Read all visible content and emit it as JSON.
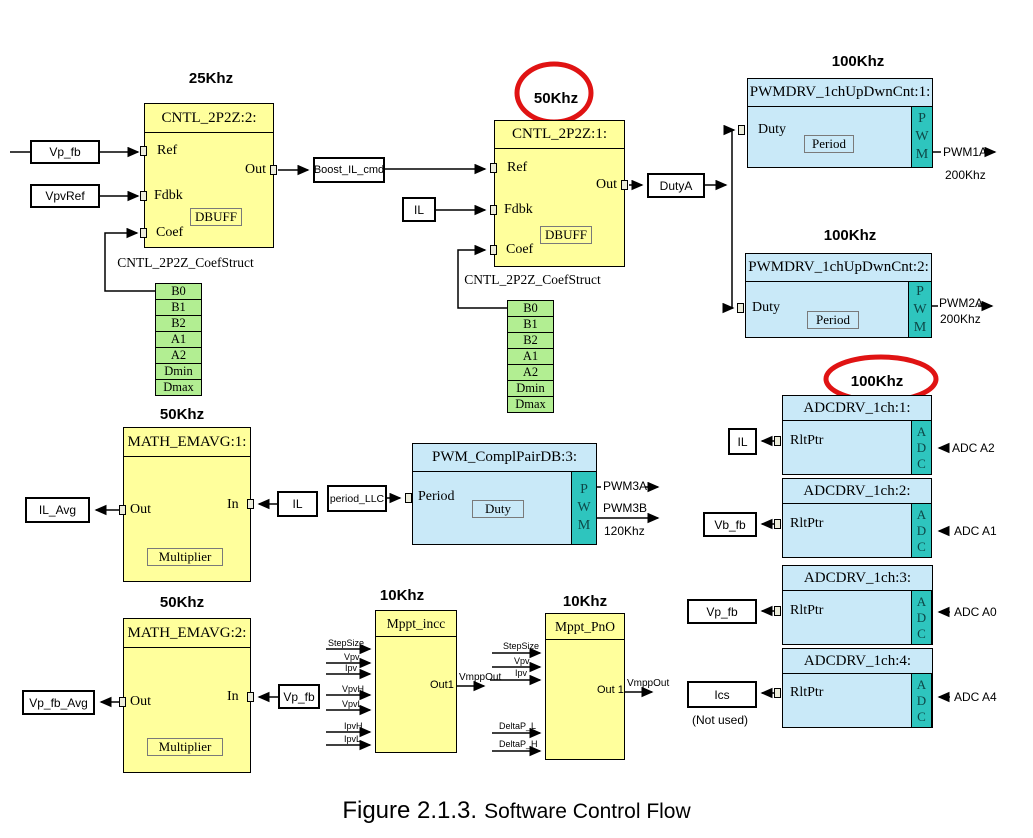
{
  "caption": {
    "prefix": "Figure 2.1.3.",
    "title": "Software Control Flow"
  },
  "freq": {
    "cntl2": "25Khz",
    "cntl1": "50Khz",
    "pwmdrv1": "100Khz",
    "pwmdrv2": "100Khz",
    "adc": "100Khz",
    "math1": "50Khz",
    "math2": "50Khz",
    "mppt_incc": "10Khz",
    "mppt_pno": "10Khz"
  },
  "cntl2": {
    "title": "CNTL_2P2Z:2:",
    "ref": "Ref",
    "fdbk": "Fdbk",
    "coef": "Coef",
    "out": "Out",
    "dbuff": "DBUFF",
    "struct": "CNTL_2P2Z_CoefStruct",
    "coefs": [
      "B0",
      "B1",
      "B2",
      "A1",
      "A2",
      "Dmin",
      "Dmax"
    ]
  },
  "cntl1": {
    "title": "CNTL_2P2Z:1:",
    "ref": "Ref",
    "fdbk": "Fdbk",
    "coef": "Coef",
    "out": "Out",
    "dbuff": "DBUFF",
    "struct": "CNTL_2P2Z_CoefStruct",
    "coefs": [
      "B0",
      "B1",
      "B2",
      "A1",
      "A2",
      "Dmin",
      "Dmax"
    ]
  },
  "pwmdrv1": {
    "title": "PWMDRV_1chUpDwnCnt:1:",
    "duty": "Duty",
    "period": "Period",
    "band": [
      "P",
      "W",
      "M"
    ],
    "signal": "PWM1A",
    "sfreq": "200Khz"
  },
  "pwmdrv2": {
    "title": "PWMDRV_1chUpDwnCnt:2:",
    "duty": "Duty",
    "period": "Period",
    "band": [
      "P",
      "W",
      "M"
    ],
    "signal": "PWM2A",
    "sfreq": "200Khz"
  },
  "pwmpair": {
    "title": "PWM_ComplPairDB:3:",
    "period": "Period",
    "duty": "Duty",
    "band": [
      "P",
      "W",
      "M"
    ],
    "sig1": "PWM3A",
    "sig2": "PWM3B",
    "sfreq": "120Khz"
  },
  "math1": {
    "title": "MATH_EMAVG:1:",
    "out": "Out",
    "in": "In",
    "inner": "Multiplier"
  },
  "math2": {
    "title": "MATH_EMAVG:2:",
    "out": "Out",
    "in": "In",
    "inner": "Multiplier"
  },
  "adc1": {
    "title": "ADCDRV_1ch:1:",
    "port": "RltPtr",
    "band": [
      "A",
      "D",
      "C"
    ],
    "channel": "ADC A2"
  },
  "adc2": {
    "title": "ADCDRV_1ch:2:",
    "port": "RltPtr",
    "band": [
      "A",
      "D",
      "C"
    ],
    "channel": "ADC A1"
  },
  "adc3": {
    "title": "ADCDRV_1ch:3:",
    "port": "RltPtr",
    "band": [
      "A",
      "D",
      "C"
    ],
    "channel": "ADC A0"
  },
  "adc4": {
    "title": "ADCDRV_1ch:4:",
    "port": "RltPtr",
    "band": [
      "A",
      "D",
      "C"
    ],
    "channel": "ADC A4"
  },
  "mppt_incc": {
    "title": "Mppt_incc",
    "inputs": [
      "StepSize",
      "Vpv",
      "Ipv",
      "VpvH",
      "VpvL",
      "IpvH",
      "IpvL"
    ],
    "out": "Out1",
    "outsig": "VmppOut"
  },
  "mppt_pno": {
    "title": "Mppt_PnO",
    "inputs": [
      "StepSize",
      "Vpv",
      "Ipv",
      "DeltaP_L",
      "DeltaP_H"
    ],
    "out": "Out 1",
    "outsig": "VmppOut"
  },
  "signals": {
    "vp_fb": "Vp_fb",
    "vpvref": "VpvRef",
    "boost_il_cmd": "Boost_IL_cmd",
    "il": "IL",
    "dutya": "DutyA",
    "il_avg": "IL_Avg",
    "period_llc": "period_LLC",
    "vb_fb": "Vb_fb",
    "vp_fb_avg": "Vp_fb_Avg",
    "ics": "Ics",
    "not_used": "(Not used)"
  },
  "colors": {
    "block_yellow": "#FFFF9C",
    "block_blue": "#C9E9F8",
    "band_teal": "#2EC5BE",
    "coef_green": "#B2EE92",
    "highlight_red": "#E01313"
  }
}
